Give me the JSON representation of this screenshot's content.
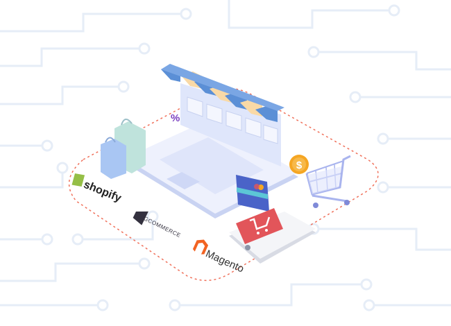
{
  "illustration": {
    "percent_symbol": "%",
    "coin_symbol": "$",
    "logos": {
      "shopify": "shopify",
      "bigcommerce": "BIGCOMMERCE",
      "magento": "Magento"
    }
  },
  "colors": {
    "circuit": "#e6edf7",
    "dashed_path": "#f0705a",
    "awning_blue": "#5b8fd6",
    "awning_cream": "#f9d9a6",
    "laptop": "#e3e8fb",
    "card": "#4a63c8",
    "phone_cart": "#e2555a",
    "coin": "#f5a623",
    "percent": "#7a3fc0"
  }
}
